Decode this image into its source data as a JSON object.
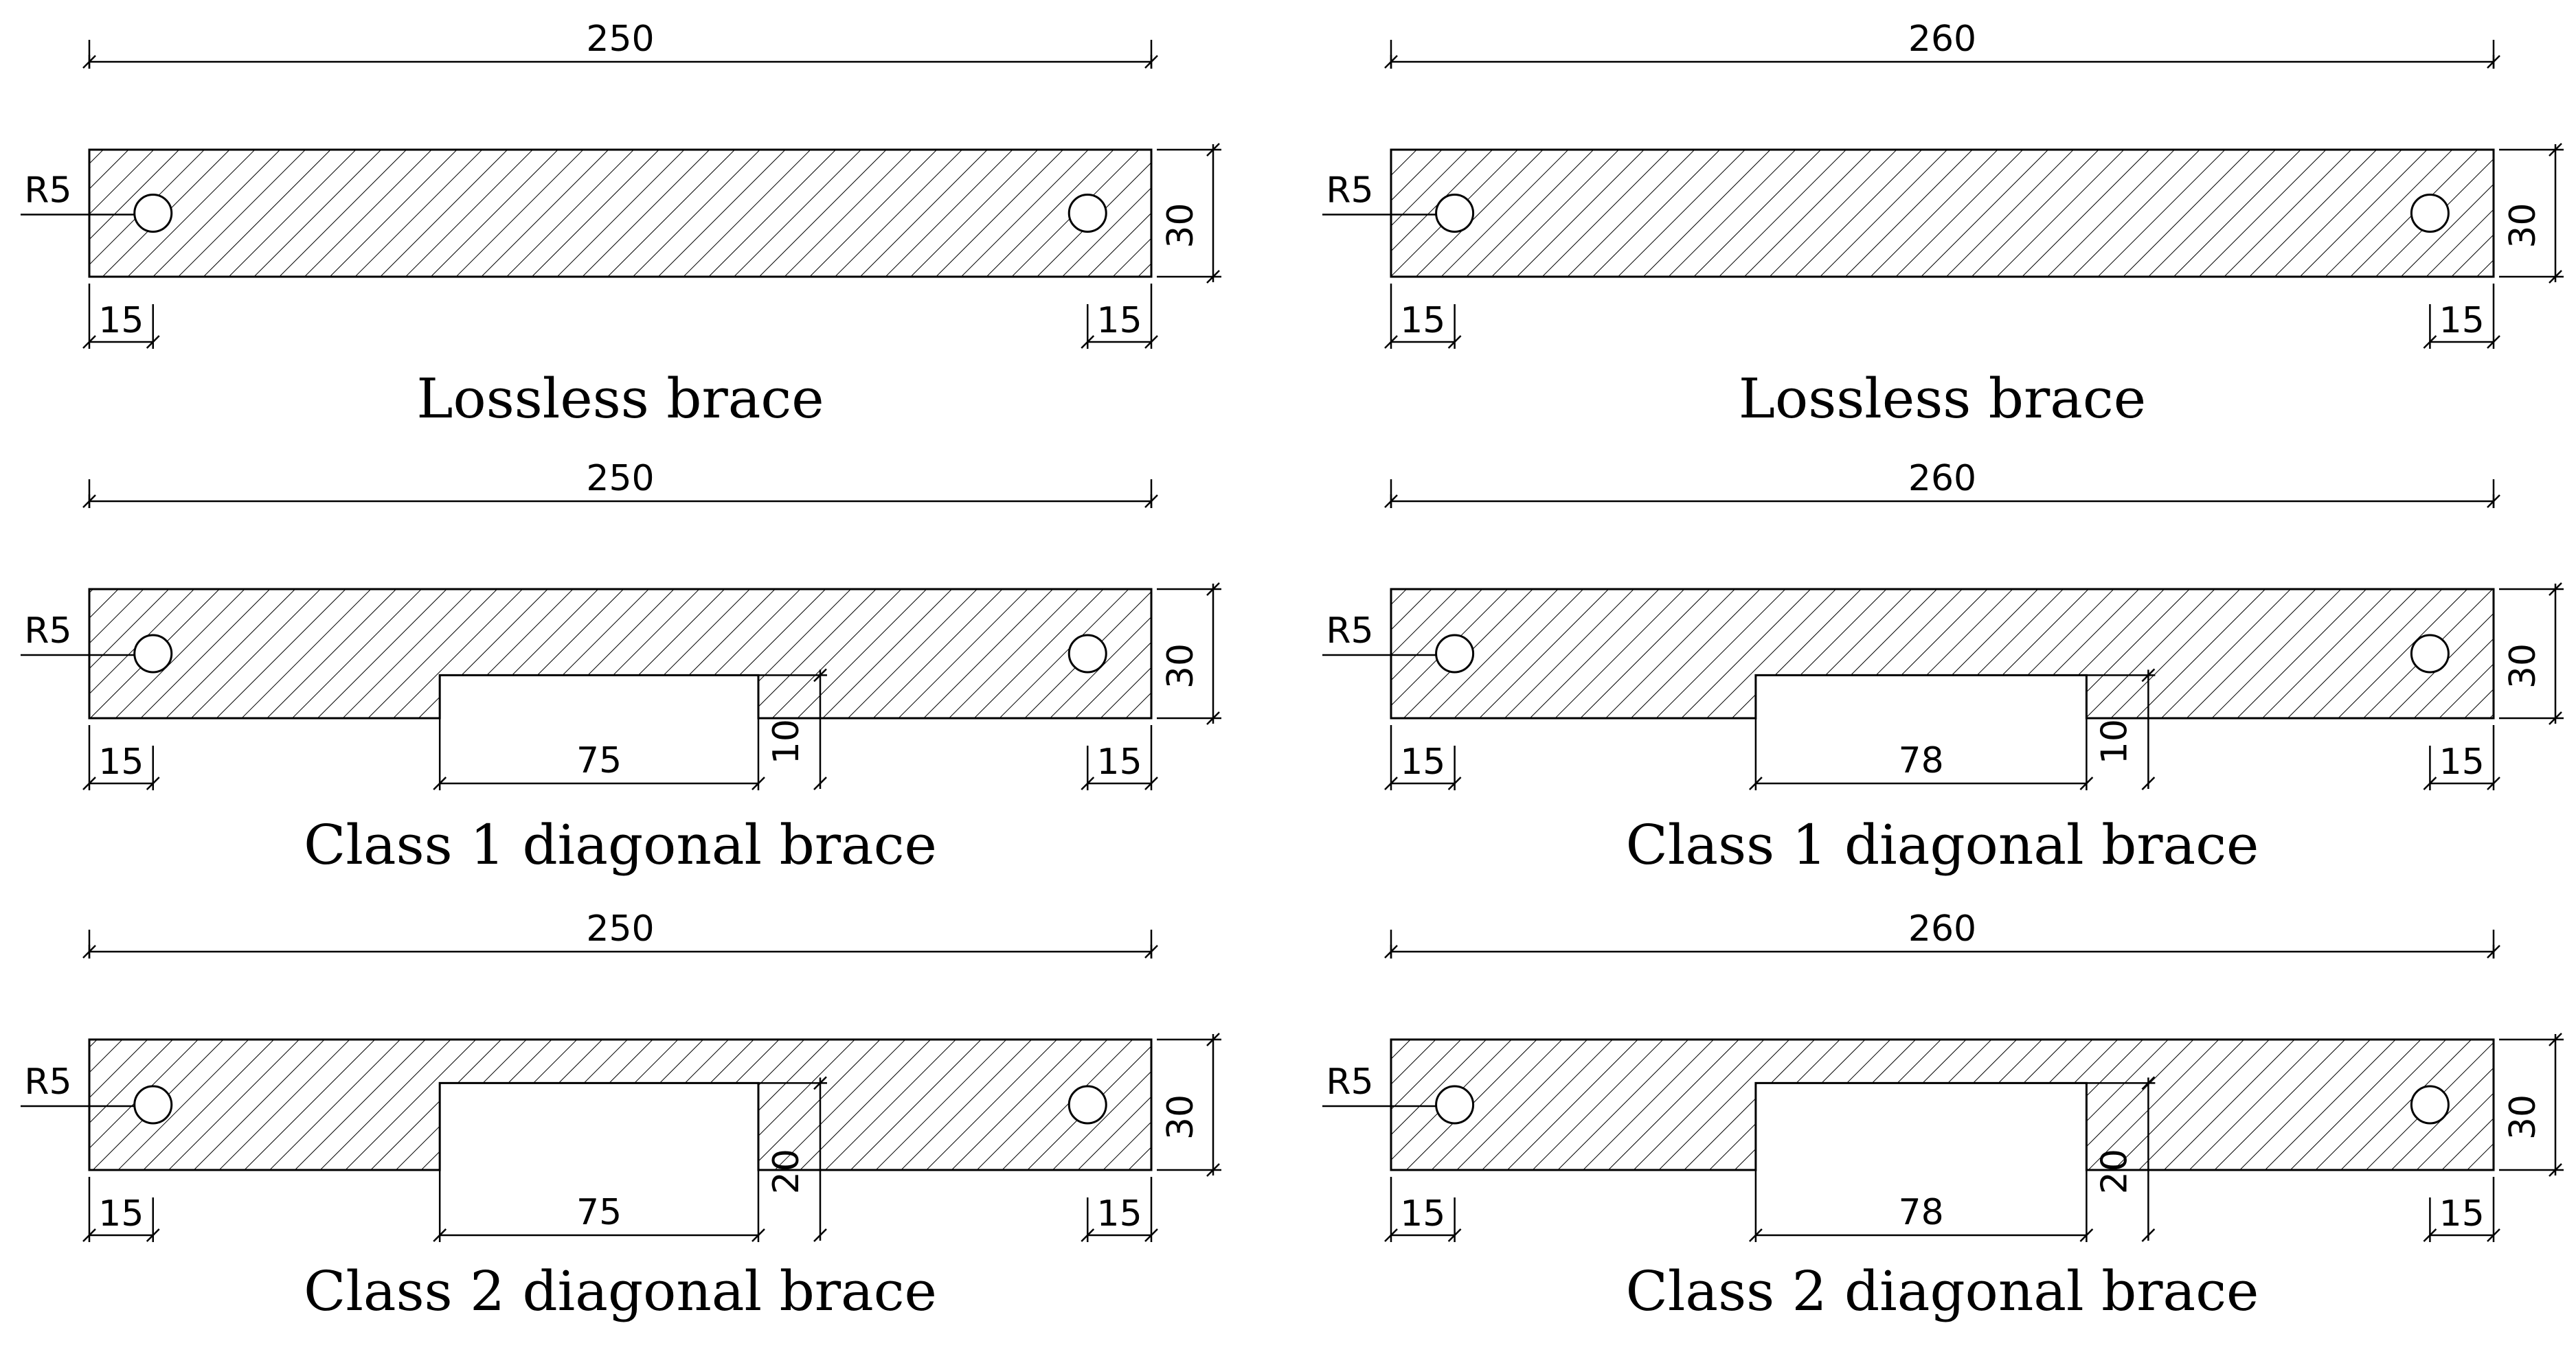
{
  "hatch_color": "#000000",
  "background": "#ffffff",
  "panels": [
    {
      "id": "lossless-250",
      "caption": "Lossless brace",
      "length": "250",
      "height": "30",
      "radius": "R5",
      "end_left": "15",
      "end_right": "15",
      "notch": null
    },
    {
      "id": "lossless-260",
      "caption": "Lossless brace",
      "length": "260",
      "height": "30",
      "radius": "R5",
      "end_left": "15",
      "end_right": "15",
      "notch": null
    },
    {
      "id": "class1-250",
      "caption": "Class 1 diagonal brace",
      "length": "250",
      "height": "30",
      "radius": "R5",
      "end_left": "15",
      "end_right": "15",
      "notch": {
        "width": "75",
        "depth": "10"
      }
    },
    {
      "id": "class1-260",
      "caption": "Class 1 diagonal brace",
      "length": "260",
      "height": "30",
      "radius": "R5",
      "end_left": "15",
      "end_right": "15",
      "notch": {
        "width": "78",
        "depth": "10"
      }
    },
    {
      "id": "class2-250",
      "caption": "Class 2 diagonal brace",
      "length": "250",
      "height": "30",
      "radius": "R5",
      "end_left": "15",
      "end_right": "15",
      "notch": {
        "width": "75",
        "depth": "20"
      }
    },
    {
      "id": "class2-260",
      "caption": "Class 2 diagonal brace",
      "length": "260",
      "height": "30",
      "radius": "R5",
      "end_left": "15",
      "end_right": "15",
      "notch": {
        "width": "78",
        "depth": "20"
      }
    }
  ]
}
